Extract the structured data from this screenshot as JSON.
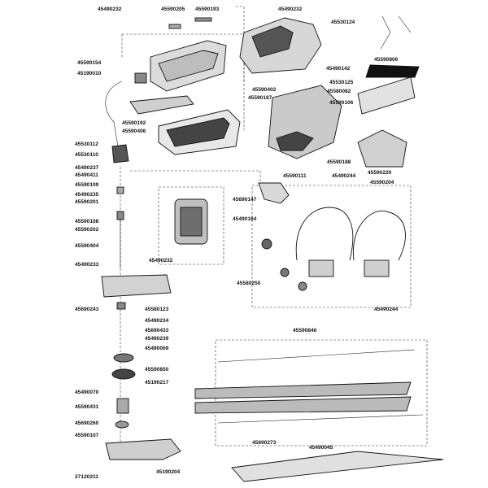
{
  "labels": [
    {
      "id": "p45490232a",
      "text": "45490232"
    },
    {
      "id": "p45590205",
      "text": "45590205"
    },
    {
      "id": "p45590193",
      "text": "45590193"
    },
    {
      "id": "p45490232b",
      "text": "45490232"
    },
    {
      "id": "p45530124",
      "text": "45530124"
    },
    {
      "id": "p45590154",
      "text": "45590154"
    },
    {
      "id": "p45190010",
      "text": "45190010"
    },
    {
      "id": "p45590806",
      "text": "45590806"
    },
    {
      "id": "p45490142",
      "text": "45490142"
    },
    {
      "id": "p45530125",
      "text": "45530125"
    },
    {
      "id": "p45590402",
      "text": "45590402"
    },
    {
      "id": "p45580082",
      "text": "45580082"
    },
    {
      "id": "p45590187",
      "text": "45590187"
    },
    {
      "id": "p45590106",
      "text": "45590106"
    },
    {
      "id": "p45590192",
      "text": "45590192"
    },
    {
      "id": "p45590406",
      "text": "45590406"
    },
    {
      "id": "p45530112",
      "text": "45530112"
    },
    {
      "id": "p45530110",
      "text": "45530110"
    },
    {
      "id": "p45590188",
      "text": "45590188"
    },
    {
      "id": "p45490237",
      "text": "45490237"
    },
    {
      "id": "p45590220",
      "text": "45590220"
    },
    {
      "id": "p45490411",
      "text": "45490411"
    },
    {
      "id": "p45590111",
      "text": "45590111"
    },
    {
      "id": "p45490244a",
      "text": "45490244"
    },
    {
      "id": "p45590109",
      "text": "45590109"
    },
    {
      "id": "p45590204",
      "text": "45590204"
    },
    {
      "id": "p45490235",
      "text": "45490235"
    },
    {
      "id": "p45690147",
      "text": "45690147"
    },
    {
      "id": "p45590201",
      "text": "45590201"
    },
    {
      "id": "p45490164",
      "text": "45490164"
    },
    {
      "id": "p45590108",
      "text": "45590108"
    },
    {
      "id": "p45590202",
      "text": "45590202"
    },
    {
      "id": "p45590404",
      "text": "45590404"
    },
    {
      "id": "p45490233",
      "text": "45490233"
    },
    {
      "id": "p45490232c",
      "text": "45490232"
    },
    {
      "id": "p45580250",
      "text": "45580250"
    },
    {
      "id": "p45690243",
      "text": "45690243"
    },
    {
      "id": "p45580123",
      "text": "45580123"
    },
    {
      "id": "p45490244b",
      "text": "45490244"
    },
    {
      "id": "p45490234",
      "text": "45490234"
    },
    {
      "id": "p45690433",
      "text": "45690433"
    },
    {
      "id": "p45490239",
      "text": "45490239"
    },
    {
      "id": "p45590846",
      "text": "45590846"
    },
    {
      "id": "p45490069",
      "text": "45490069"
    },
    {
      "id": "p45590850",
      "text": "45590850"
    },
    {
      "id": "p45190217",
      "text": "45190217"
    },
    {
      "id": "p45490070",
      "text": "45490070"
    },
    {
      "id": "p45590431",
      "text": "45590431"
    },
    {
      "id": "p45690260",
      "text": "45690260"
    },
    {
      "id": "p45590107",
      "text": "45590107"
    },
    {
      "id": "p45690273",
      "text": "45690273"
    },
    {
      "id": "p45490045",
      "text": "45490045"
    },
    {
      "id": "p27120211",
      "text": "27120211"
    },
    {
      "id": "p45190204",
      "text": "45190204"
    }
  ]
}
